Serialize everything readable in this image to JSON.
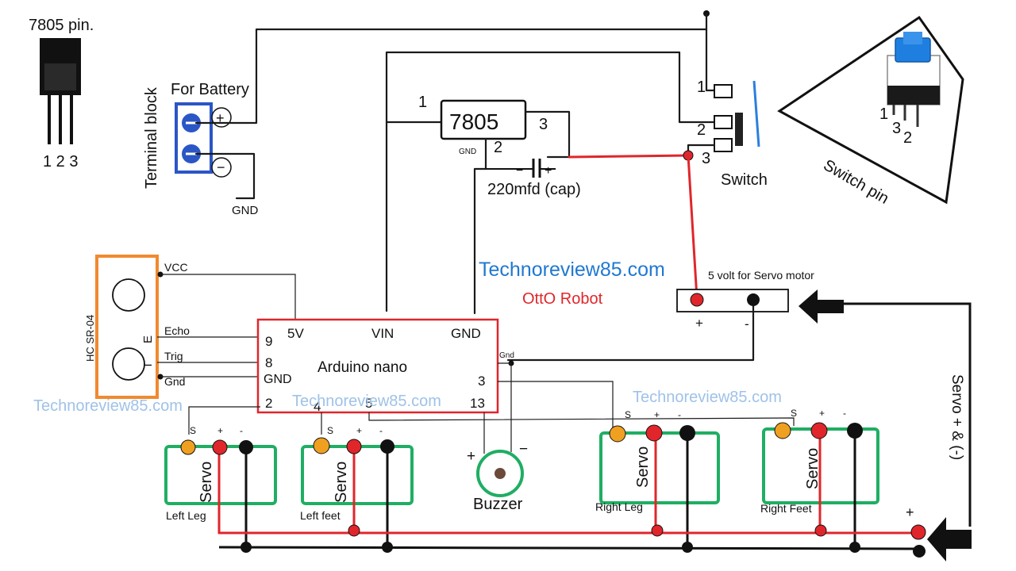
{
  "regulator": {
    "pin_title": "7805 pin.",
    "pin_numbers": "1 2 3",
    "chip_label": "7805",
    "pin1": "1",
    "pin2": "2",
    "pin3": "3",
    "gnd_mark": "GND"
  },
  "terminal_block": {
    "title": "Terminal block",
    "for_battery": "For Battery",
    "plus": "+",
    "minus": "−",
    "gnd": "GND"
  },
  "capacitor": {
    "label": "220mfd (cap)",
    "plus": "+",
    "minus": "−"
  },
  "switch": {
    "label": "Switch",
    "pin1": "1",
    "pin2": "2",
    "pin3": "3",
    "pin_title": "Switch pin",
    "pin_numbers_a": "1",
    "pin_numbers_b": "3",
    "pin_numbers_c": "2"
  },
  "watermarks": {
    "main": "Technoreview85.com",
    "left": "Technoreview85.com",
    "center": "Technoreview85.com",
    "right": "Technoreview85.com"
  },
  "title": "OttO Robot",
  "servo_power": {
    "label": "5 volt for Servo motor",
    "plus": "+",
    "minus": "-"
  },
  "ultrasonic": {
    "model": "HC SR-04",
    "vcc": "VCC",
    "echo": "Echo",
    "trig": "Trig",
    "gnd": "Gnd",
    "e": "E",
    "t": "T"
  },
  "arduino": {
    "name": "Arduino nano",
    "pin_5v": "5V",
    "pin_vin": "VIN",
    "pin_gnd_top": "GND",
    "pin_9": "9",
    "pin_8": "8",
    "pin_gnd_left": "GND",
    "pin_2": "2",
    "pin_4": "4",
    "pin_5": "5",
    "pin_13": "13",
    "pin_3": "3",
    "gnd_small": "Gnd"
  },
  "buzzer": {
    "label": "Buzzer",
    "plus": "+",
    "minus": "−"
  },
  "servos": [
    {
      "name": "Servo",
      "caption": "Left Leg",
      "s": "S",
      "plus": "+",
      "minus": "-"
    },
    {
      "name": "Servo",
      "caption": "Left feet",
      "s": "S",
      "plus": "+",
      "minus": "-"
    },
    {
      "name": "Servo",
      "caption": "Right Leg",
      "s": "S",
      "plus": "+",
      "minus": "-"
    },
    {
      "name": "Servo",
      "caption": "Right Feet",
      "s": "S",
      "plus": "+",
      "minus": "-"
    }
  ],
  "bus": {
    "plus": "+",
    "label": "Servo + & (-)"
  },
  "colors": {
    "wire_black": "#1a1a1a",
    "wire_red": "#e0262b",
    "servo_green": "#1fae63",
    "signal_orange": "#f0a020",
    "terminal_blue": "#2b56c6",
    "switch_blue": "#2a7fe0",
    "watermark": "#9fc2e8",
    "link_blue": "#1f78d1",
    "sensor_orange": "#f08a30"
  }
}
